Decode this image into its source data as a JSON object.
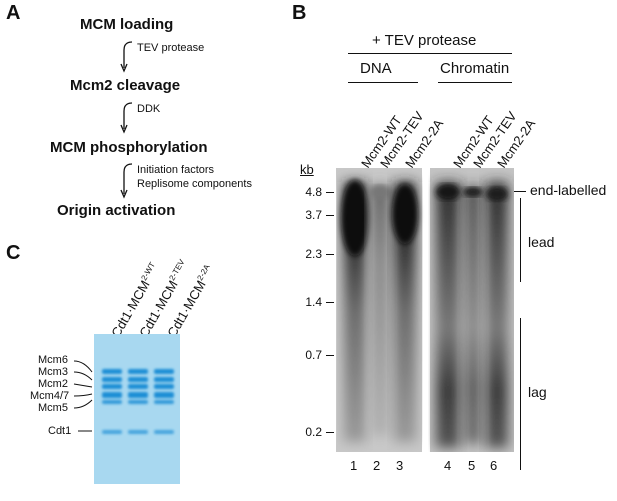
{
  "panel_a": {
    "letter": "A",
    "steps": [
      "MCM loading",
      "Mcm2 cleavage",
      "MCM phosphorylation",
      "Origin activation"
    ],
    "notes": [
      "TEV protease",
      "DDK",
      "Initiation factors",
      "Replisome components"
    ]
  },
  "panel_b": {
    "letter": "B",
    "header": "+ TEV protease",
    "group_dna": "DNA",
    "group_chromatin": "Chromatin",
    "lane_labels": [
      "Mcm2-WT",
      "Mcm2-TEV",
      "Mcm2-2A",
      "Mcm2-WT",
      "Mcm2-TEV",
      "Mcm2-2A"
    ],
    "kb_title": "kb",
    "kb_markers": [
      "4.8",
      "3.7",
      "2.3",
      "1.4",
      "0.7",
      "0.2"
    ],
    "lane_numbers": [
      "1",
      "2",
      "3",
      "4",
      "5",
      "6"
    ],
    "annotations": [
      "end-labelled",
      "lead",
      "lag"
    ]
  },
  "panel_c": {
    "letter": "C",
    "lane_labels": [
      {
        "base": "Cdt1·MCM",
        "sup": "2-WT"
      },
      {
        "base": "Cdt1·MCM",
        "sup": "2-TEV"
      },
      {
        "base": "Cdt1·MCM",
        "sup": "2-2A"
      }
    ],
    "bands": [
      "Mcm6",
      "Mcm3",
      "Mcm2",
      "Mcm4/7",
      "Mcm5",
      "Cdt1"
    ],
    "colors": {
      "gel_bg": "#a8d8f0",
      "band": "#1e8fd6"
    }
  }
}
